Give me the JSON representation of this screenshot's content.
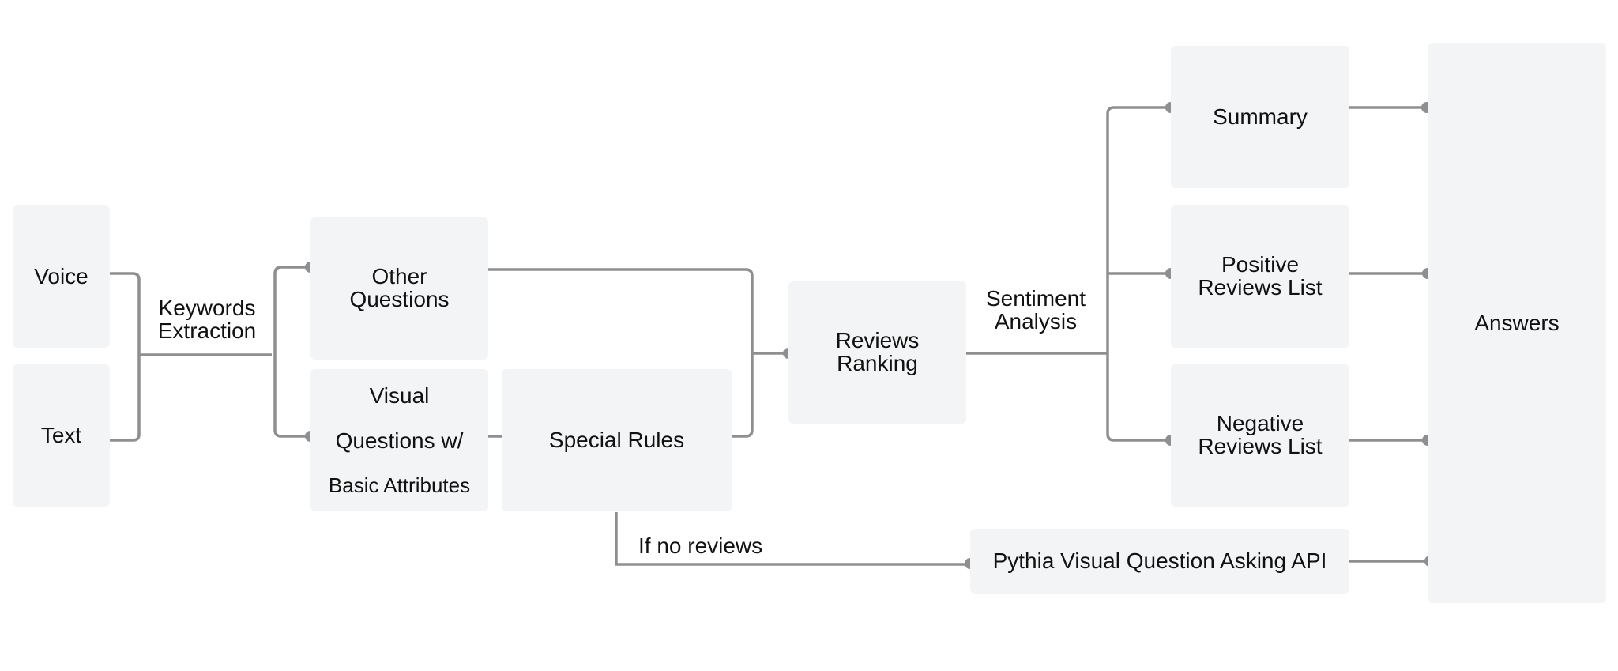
{
  "nodes": {
    "voice": "Voice",
    "text": "Text",
    "other_questions": "Other\nQuestions",
    "visual_questions_line1": "Visual",
    "visual_questions_line2": "Questions w/",
    "visual_questions_line3": "Basic Attributes",
    "special_rules": "Special Rules",
    "reviews_ranking": "Reviews\nRanking",
    "summary": "Summary",
    "positive_reviews": "Positive\nReviews List",
    "negative_reviews": "Negative\nReviews List",
    "pythia_api": "Pythia Visual Question Asking API",
    "answers": "Answers"
  },
  "edge_labels": {
    "keywords_extraction": "Keywords\nExtraction",
    "sentiment_analysis": "Sentiment\nAnalysis",
    "if_no_reviews": "If no reviews"
  },
  "colors": {
    "node_fill": "#f3f4f5",
    "connector": "#8f8f8f",
    "text": "#111111"
  }
}
